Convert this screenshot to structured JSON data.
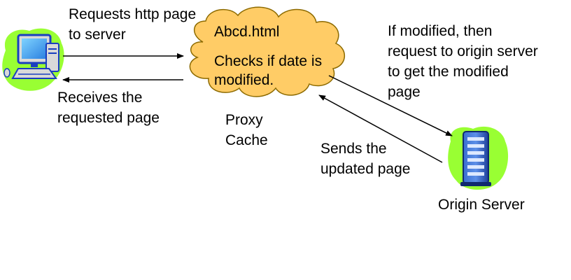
{
  "colors": {
    "cloud_fill": "#FFCC66",
    "blob_green": "#99FF33",
    "monitor_blue": "#1A3FBF",
    "server_blue": "#1E4FA8",
    "arrow": "#000000"
  },
  "icons": {
    "client": "desktop-computer-icon",
    "proxy": "cloud-icon",
    "origin": "server-tower-icon"
  },
  "labels": {
    "request_to_server": "Requests http page\nto server",
    "receives_page": "Receives the\nrequested page",
    "cloud_filename": "Abcd.html",
    "cloud_check": "Checks if date is\nmodified.",
    "proxy_cache": "Proxy\nCache",
    "if_modified": "If modified, then\nrequest to origin server\nto get the modified\npage",
    "sends_updated": "Sends the\nupdated page",
    "origin_server": "Origin Server"
  }
}
